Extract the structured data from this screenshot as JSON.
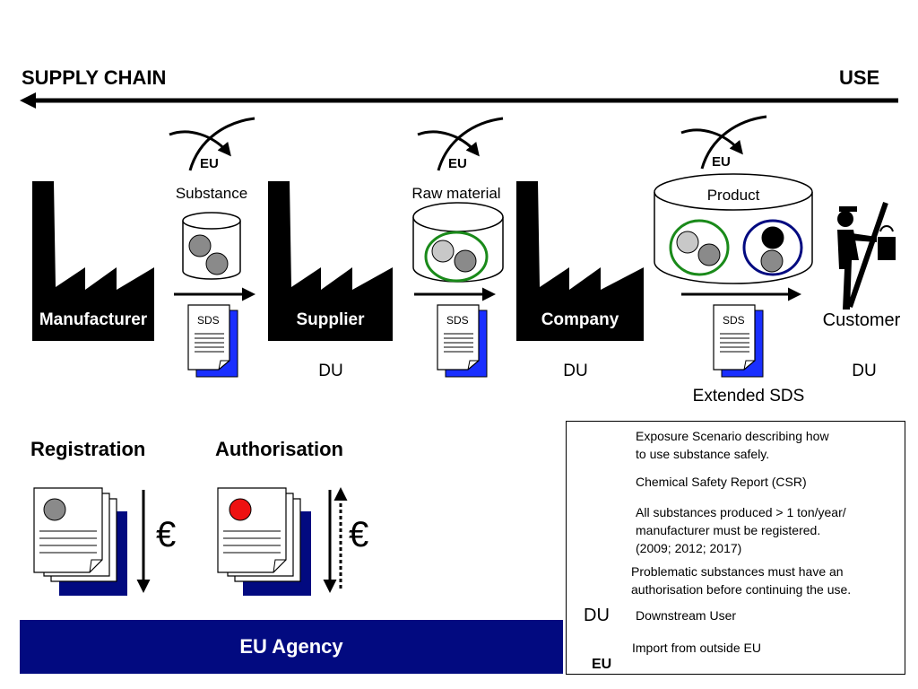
{
  "header": {
    "left": "SUPPLY CHAIN",
    "right": "USE"
  },
  "eu_label": "EU",
  "actors": {
    "manufacturer": "Manufacturer",
    "supplier": "Supplier",
    "company": "Company",
    "customer": "Customer"
  },
  "materials": {
    "substance": "Substance",
    "raw_material": "Raw material",
    "product": "Product"
  },
  "sds_label": "SDS",
  "du_label": "DU",
  "extended_sds": "Extended SDS",
  "registration": {
    "title": "Registration",
    "currency": "€"
  },
  "authorisation": {
    "title": "Authorisation",
    "currency": "€"
  },
  "agency": "EU Agency",
  "legend": {
    "exposure_scenario": "Exposure Scenario describing how\nto use substance safely.",
    "csr": "Chemical Safety Report (CSR)",
    "registered": "All substances produced > 1 ton/year/\nmanufacturer must be registered.\n(2009; 2012; 2017)",
    "authorisation": "Problematic substances must have an\nauthorisation before continuing the use.",
    "du_symbol": "DU",
    "du_text": "Downstream User",
    "import_text": "Import from outside EU",
    "import_symbol": "EU"
  },
  "colors": {
    "navy": "#020a80",
    "blue": "#1a2fff",
    "green": "#1a8a1a",
    "red": "#ee1111",
    "grey": "#8a8a8a",
    "light_grey": "#c8c8c8"
  }
}
